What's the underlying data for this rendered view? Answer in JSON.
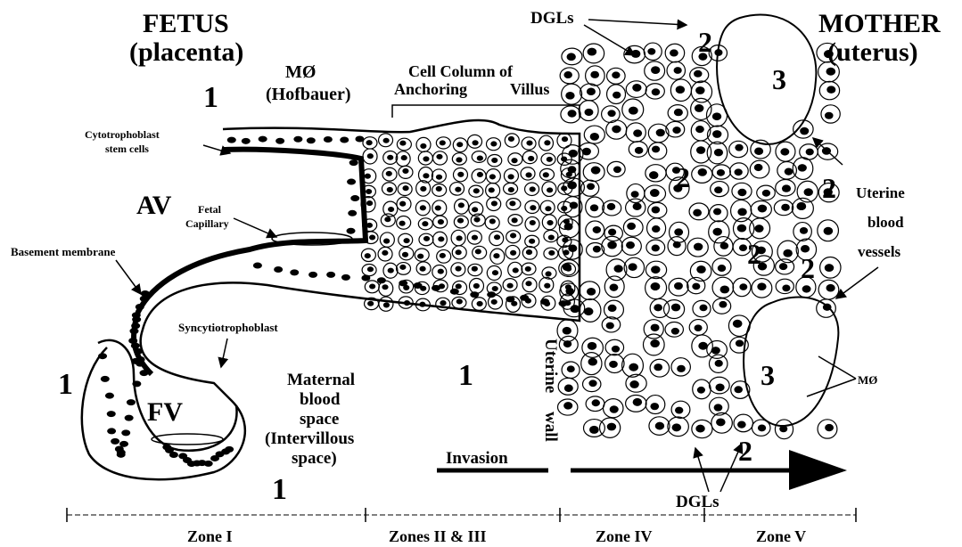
{
  "labels": {
    "fetus": "FETUS",
    "placenta": "(placenta)",
    "mother": "MOTHER",
    "uterus": "(uterus)",
    "macrophage_hofbauer_1": "MØ",
    "macrophage_hofbauer_2": "(Hofbauer)",
    "cell_column_1": "Cell Column of",
    "cell_column_2a": "Anchoring",
    "cell_column_2b": "Villus",
    "cytotrophoblast_1": "Cytotrophoblast",
    "cytotrophoblast_2": "stem cells",
    "av": "AV",
    "fetal_capillary_1": "Fetal",
    "fetal_capillary_2": "Capillary",
    "basement_membrane": "Basement membrane",
    "syncytiotrophoblast": "Syncytiotrophoblast",
    "fv": "FV",
    "maternal_1": "Maternal",
    "maternal_2": "blood",
    "maternal_3": "space",
    "maternal_4": "(Intervillous",
    "maternal_5": "space)",
    "uterine_wall_1": "Uterine",
    "uterine_wall_2": "wall",
    "invasion": "Invasion",
    "dgls_top": "DGLs",
    "dgls_bottom": "DGLs",
    "uterine_vessels_1": "Uterine",
    "uterine_vessels_2": "blood",
    "uterine_vessels_3": "vessels",
    "macrophage_right": "MØ",
    "num_1": "1",
    "num_2": "2",
    "num_3": "3"
  },
  "zones": [
    "Zone I",
    "Zones II & III",
    "Zone IV",
    "Zone V"
  ]
}
